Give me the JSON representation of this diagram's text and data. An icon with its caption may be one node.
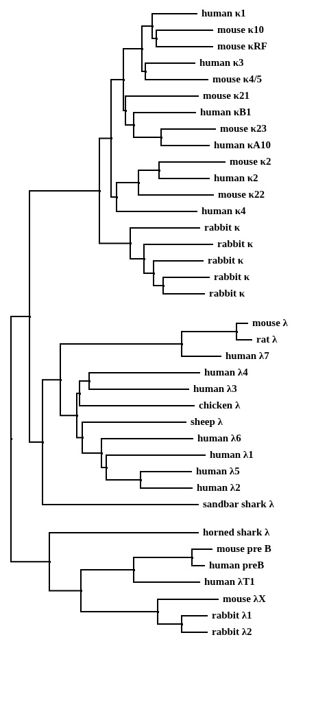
{
  "diagram": {
    "nodes": [
      {
        "text": [
          "human κ1"
        ]
      },
      {
        "text": [
          "mouse κ10"
        ]
      },
      {
        "text": [
          "mouse κRF"
        ]
      },
      {
        "text": [
          "human κ3"
        ]
      },
      {
        "text": [
          "mouse κ4/5"
        ]
      },
      {
        "text": [
          "mouse κ21"
        ]
      },
      {
        "text": [
          "human κB1"
        ]
      },
      {
        "text": [
          "mouse κ23"
        ]
      },
      {
        "text": [
          "human κA10"
        ]
      },
      {
        "text": [
          "mouse κ2"
        ]
      },
      {
        "text": [
          "human κ2"
        ]
      },
      {
        "text": [
          "mouse κ22"
        ]
      },
      {
        "text": [
          "human κ4"
        ]
      },
      {
        "text": [
          "rabbit κ"
        ]
      },
      {
        "text": [
          "rabbit κ"
        ]
      },
      {
        "text": [
          "rabbit κ"
        ]
      },
      {
        "text": [
          "rabbit κ"
        ]
      },
      {
        "text": [
          "rabbit κ"
        ]
      },
      {
        "text": [
          "mouse λ"
        ]
      },
      {
        "text": [
          "rat λ"
        ]
      },
      {
        "text": [
          "human λ7"
        ]
      },
      {
        "text": [
          "human λ4"
        ]
      },
      {
        "text": [
          "human λ3"
        ]
      },
      {
        "text": [
          "chicken λ"
        ]
      },
      {
        "text": [
          "sheep λ"
        ]
      },
      {
        "text": [
          "human λ6"
        ]
      },
      {
        "text": [
          "human λ1"
        ]
      },
      {
        "text": [
          "human λ5"
        ]
      },
      {
        "text": [
          "human λ2"
        ]
      },
      {
        "text": [
          "sandbar shark λ"
        ]
      },
      {
        "text": [
          "horned shark λ"
        ]
      },
      {
        "text": [
          "mouse pre B"
        ]
      },
      {
        "text": [
          "human preB"
        ]
      },
      {
        "text": [
          "human λT1"
        ]
      },
      {
        "text": [
          "mouse λX"
        ]
      },
      {
        "text": [
          "rabbit λ1"
        ]
      },
      {
        "text": [
          "rabbit λ2"
        ]
      },
      {
        "text": [],
        "shape": "point"
      },
      {
        "text": [],
        "shape": "point"
      },
      {
        "text": [],
        "shape": "point"
      },
      {
        "text": [],
        "shape": "point"
      },
      {
        "text": [],
        "shape": "point"
      },
      {
        "text": [],
        "shape": "point"
      },
      {
        "text": [],
        "shape": "point"
      },
      {
        "text": [],
        "shape": "point"
      },
      {
        "text": [],
        "shape": "point"
      },
      {
        "text": [],
        "shape": "point"
      },
      {
        "text": [],
        "shape": "point"
      },
      {
        "text": [],
        "shape": "point"
      },
      {
        "text": [],
        "shape": "point"
      },
      {
        "text": [],
        "shape": "point"
      },
      {
        "text": [],
        "shape": "point"
      },
      {
        "text": [],
        "shape": "point"
      },
      {
        "text": [],
        "shape": "point"
      },
      {
        "text": [],
        "shape": "point"
      },
      {
        "text": [],
        "shape": "point"
      },
      {
        "text": [],
        "shape": "point"
      },
      {
        "text": [],
        "shape": "point"
      },
      {
        "text": [],
        "shape": "point"
      },
      {
        "text": [],
        "shape": "point"
      },
      {
        "text": [],
        "shape": "point"
      },
      {
        "text": [],
        "shape": "point"
      },
      {
        "text": [],
        "shape": "point"
      },
      {
        "text": [],
        "shape": "point"
      },
      {
        "text": [],
        "shape": "point"
      },
      {
        "text": [],
        "shape": "point"
      },
      {
        "text": [],
        "shape": "point"
      },
      {
        "text": [],
        "shape": "point"
      },
      {
        "text": [],
        "shape": "point"
      },
      {
        "text": [],
        "shape": "point"
      },
      {
        "text": [],
        "shape": "point"
      },
      {
        "text": [],
        "shape": "point"
      },
      {
        "text": [],
        "shape": "point"
      }
    ],
    "edges": [
      {
        "from": 37,
        "to": 38,
        "arrow": "none"
      },
      {
        "from": 37,
        "to": 67,
        "arrow": "none"
      },
      {
        "from": 38,
        "to": 39,
        "arrow": "none"
      },
      {
        "from": 38,
        "to": 56,
        "arrow": "none"
      },
      {
        "from": 39,
        "to": 40,
        "arrow": "none"
      },
      {
        "from": 39,
        "to": 52,
        "arrow": "none"
      },
      {
        "from": 40,
        "to": 41,
        "arrow": "none"
      },
      {
        "from": 40,
        "to": 49,
        "arrow": "none"
      },
      {
        "from": 41,
        "to": 42,
        "arrow": "none"
      },
      {
        "from": 41,
        "to": 46,
        "arrow": "none"
      },
      {
        "from": 42,
        "to": 43,
        "arrow": "none"
      },
      {
        "from": 42,
        "to": 45,
        "arrow": "none"
      },
      {
        "from": 43,
        "to": 0,
        "arrow": "none"
      },
      {
        "from": 43,
        "to": 44,
        "arrow": "none"
      },
      {
        "from": 44,
        "to": 1,
        "arrow": "none"
      },
      {
        "from": 44,
        "to": 2,
        "arrow": "none"
      },
      {
        "from": 45,
        "to": 3,
        "arrow": "none"
      },
      {
        "from": 45,
        "to": 4,
        "arrow": "none"
      },
      {
        "from": 46,
        "to": 5,
        "arrow": "none"
      },
      {
        "from": 46,
        "to": 47,
        "arrow": "none"
      },
      {
        "from": 47,
        "to": 6,
        "arrow": "none"
      },
      {
        "from": 47,
        "to": 48,
        "arrow": "none"
      },
      {
        "from": 48,
        "to": 7,
        "arrow": "none"
      },
      {
        "from": 48,
        "to": 8,
        "arrow": "none"
      },
      {
        "from": 49,
        "to": 50,
        "arrow": "none"
      },
      {
        "from": 49,
        "to": 12,
        "arrow": "none"
      },
      {
        "from": 50,
        "to": 51,
        "arrow": "none"
      },
      {
        "from": 50,
        "to": 11,
        "arrow": "none"
      },
      {
        "from": 51,
        "to": 9,
        "arrow": "none"
      },
      {
        "from": 51,
        "to": 10,
        "arrow": "none"
      },
      {
        "from": 52,
        "to": 13,
        "arrow": "none"
      },
      {
        "from": 52,
        "to": 53,
        "arrow": "none"
      },
      {
        "from": 53,
        "to": 14,
        "arrow": "none"
      },
      {
        "from": 53,
        "to": 54,
        "arrow": "none"
      },
      {
        "from": 54,
        "to": 15,
        "arrow": "none"
      },
      {
        "from": 54,
        "to": 55,
        "arrow": "none"
      },
      {
        "from": 55,
        "to": 16,
        "arrow": "none"
      },
      {
        "from": 55,
        "to": 17,
        "arrow": "none"
      },
      {
        "from": 56,
        "to": 57,
        "arrow": "none"
      },
      {
        "from": 56,
        "to": 29,
        "arrow": "none"
      },
      {
        "from": 57,
        "to": 58,
        "arrow": "none"
      },
      {
        "from": 57,
        "to": 60,
        "arrow": "none"
      },
      {
        "from": 58,
        "to": 59,
        "arrow": "none"
      },
      {
        "from": 58,
        "to": 20,
        "arrow": "none"
      },
      {
        "from": 59,
        "to": 18,
        "arrow": "none"
      },
      {
        "from": 59,
        "to": 19,
        "arrow": "none"
      },
      {
        "from": 60,
        "to": 61,
        "arrow": "none"
      },
      {
        "from": 60,
        "to": 63,
        "arrow": "none"
      },
      {
        "from": 61,
        "to": 62,
        "arrow": "none"
      },
      {
        "from": 61,
        "to": 23,
        "arrow": "none"
      },
      {
        "from": 62,
        "to": 21,
        "arrow": "none"
      },
      {
        "from": 62,
        "to": 22,
        "arrow": "none"
      },
      {
        "from": 63,
        "to": 24,
        "arrow": "none"
      },
      {
        "from": 63,
        "to": 64,
        "arrow": "none"
      },
      {
        "from": 64,
        "to": 25,
        "arrow": "none"
      },
      {
        "from": 64,
        "to": 65,
        "arrow": "none"
      },
      {
        "from": 65,
        "to": 26,
        "arrow": "none"
      },
      {
        "from": 65,
        "to": 66,
        "arrow": "none"
      },
      {
        "from": 66,
        "to": 27,
        "arrow": "none"
      },
      {
        "from": 66,
        "to": 28,
        "arrow": "none"
      },
      {
        "from": 67,
        "to": 30,
        "arrow": "none"
      },
      {
        "from": 67,
        "to": 68,
        "arrow": "none"
      },
      {
        "from": 68,
        "to": 69,
        "arrow": "none"
      },
      {
        "from": 68,
        "to": 71,
        "arrow": "none"
      },
      {
        "from": 69,
        "to": 70,
        "arrow": "none"
      },
      {
        "from": 69,
        "to": 33,
        "arrow": "none"
      },
      {
        "from": 70,
        "to": 31,
        "arrow": "none"
      },
      {
        "from": 70,
        "to": 32,
        "arrow": "none"
      },
      {
        "from": 71,
        "to": 34,
        "arrow": "none"
      },
      {
        "from": 71,
        "to": 72,
        "arrow": "none"
      },
      {
        "from": 72,
        "to": 35,
        "arrow": "none"
      },
      {
        "from": 72,
        "to": 36,
        "arrow": "none"
      }
    ]
  }
}
